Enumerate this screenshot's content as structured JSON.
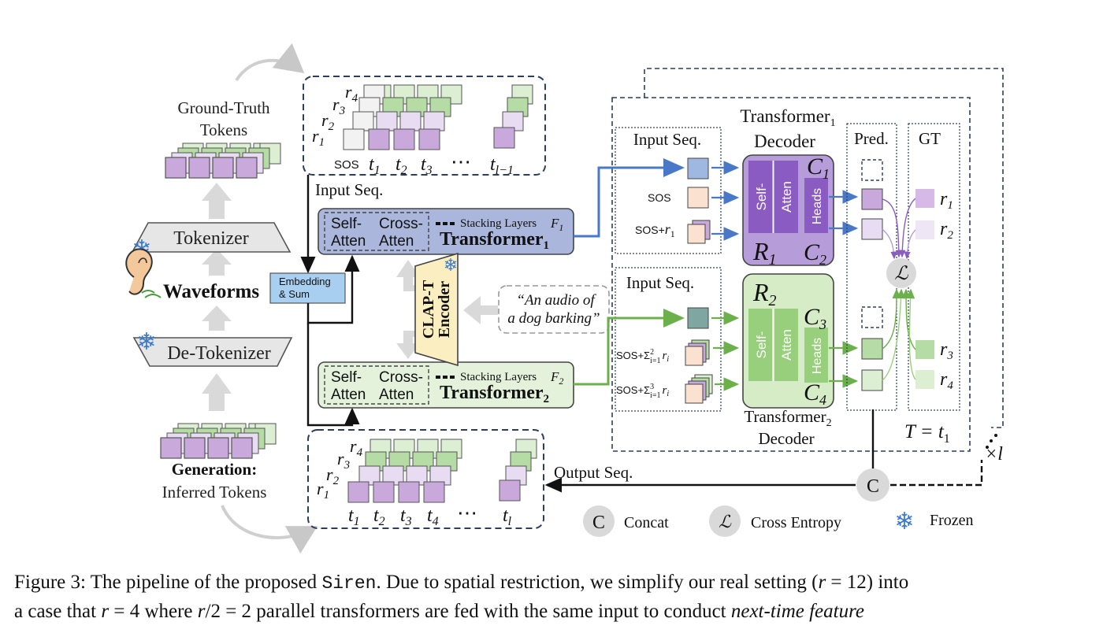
{
  "left": {
    "gt_label_1": "Ground-Truth",
    "gt_label_2": "Tokens",
    "tokenizer": "Tokenizer",
    "waveforms": "Waveforms",
    "detokenizer": "De-Tokenizer",
    "gen_label_1": "Generation:",
    "gen_label_2": "Inferred Tokens",
    "embedding_1": "Embedding",
    "embedding_2": "& Sum"
  },
  "top_seq": {
    "rows": [
      "r",
      "r",
      "r",
      "r"
    ],
    "row_subs": [
      "4",
      "3",
      "2",
      "1"
    ],
    "sos": "SOS",
    "t_labels": [
      "t",
      "t",
      "t"
    ],
    "t_subs": [
      "1",
      "2",
      "3"
    ],
    "dots": "⋯",
    "last": "t",
    "last_sub": "l−1",
    "caption": "Input Seq."
  },
  "bottom_seq": {
    "row_subs": [
      "4",
      "3",
      "2",
      "1"
    ],
    "t_subs": [
      "1",
      "2",
      "3",
      "4"
    ],
    "dots": "⋯",
    "last_sub": "l",
    "caption": "Output Seq."
  },
  "transformers": [
    {
      "self": [
        "Self-",
        "Atten"
      ],
      "cross": [
        "Cross-",
        "Atten"
      ],
      "stacking": "Stacking Layers",
      "F": "F",
      "F_sub": "1",
      "name": "Transformer",
      "name_sub": "1",
      "fill": "#aab6dc"
    },
    {
      "self": [
        "Self-",
        "Atten"
      ],
      "cross": [
        "Cross-",
        "Atten"
      ],
      "stacking": "Stacking Layers",
      "F": "F",
      "F_sub": "2",
      "name": "Transformer",
      "name_sub": "2",
      "fill": "#e4f2dc"
    }
  ],
  "clap": [
    "CLAP-T",
    "Encoder"
  ],
  "prompt": [
    "“An audio of",
    "a dog barking”"
  ],
  "upper_input": {
    "title": "Input Seq.",
    "sos": "SOS",
    "sos_r": "SOS+",
    "r": "r",
    "r_sub": "1"
  },
  "lower_input": {
    "title": "Input Seq.",
    "item1": "SOS+Σ",
    "item1_sup": "2",
    "item1_sub": "i=1",
    "item2": "SOS+Σ",
    "item2_sup": "3",
    "item2_sub": "i=1",
    "r": "r",
    "i": "i"
  },
  "decoder1": {
    "title_1": "Transformer",
    "title_sub": "1",
    "title_2": "Decoder",
    "self": "Self-",
    "atten": "Atten",
    "heads": "Heads",
    "R": "R",
    "R_sub": "1",
    "C_top": "C",
    "C_top_sub": "1",
    "C_bot": "C",
    "C_bot_sub": "2",
    "fill": "#b69cd9",
    "dark": "#8a5cc2"
  },
  "decoder2": {
    "title_1": "Transformer",
    "title_sub": "2",
    "title_2": "Decoder",
    "self": "Self-",
    "atten": "Atten",
    "heads": "Heads",
    "R": "R",
    "R_sub": "2",
    "C_top": "C",
    "C_top_sub": "3",
    "C_bot": "C",
    "C_bot_sub": "4",
    "fill": "#d6ecc7",
    "dark": "#98cf7c"
  },
  "pred": {
    "title": "Pred."
  },
  "gt": {
    "title": "GT",
    "labels": [
      "r",
      "r",
      "r",
      "r"
    ],
    "subs": [
      "1",
      "2",
      "3",
      "4"
    ]
  },
  "loop": {
    "T_label": "T = t",
    "T_sub": "1",
    "repeat": "×l",
    "loss": "ℒ",
    "concat": "C"
  },
  "legend": {
    "concat_symbol": "C",
    "concat_label": "Concat",
    "loss_symbol": "ℒ",
    "loss_label": "Cross Entropy",
    "frozen_label": "Frozen"
  },
  "caption": {
    "p1": "Figure 3: The pipeline of the proposed ",
    "code": "Siren",
    "p2": ". Due to spatial restriction, we simplify our real setting (",
    "m1": "r",
    "p3": " = 12) into",
    "p4": "a case that ",
    "m2": "r",
    "p5": " = 4 where ",
    "m3": "r",
    "p6": "/2 = 2 parallel transformers are fed with the same input to conduct ",
    "emph": "next-time feature"
  },
  "colors": {
    "purple": "#c9a8dc",
    "purple_light": "#e8dcf2",
    "green": "#b5dca4",
    "green_light": "#dcefd2",
    "blue_arrow": "#4a78c8",
    "green_arrow": "#6bb04a",
    "dashed": "#2c3e5c",
    "grey_arrow": "#d9d9d9",
    "peach": "#fbe1cf",
    "teal": "#7fa6a0",
    "blue_tok": "#9fb8e2"
  }
}
